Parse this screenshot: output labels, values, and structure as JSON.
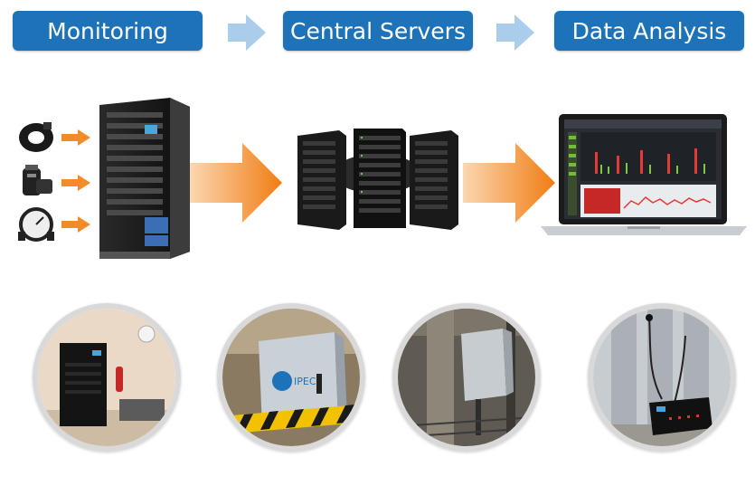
{
  "stages": {
    "monitoring": "Monitoring",
    "central_servers": "Central Servers",
    "data_analysis": "Data Analysis"
  },
  "colors": {
    "stage_fill": "#1e73b8",
    "step_arrow": "#a9cdea",
    "flow_arrow": "#f28c28"
  },
  "icons": {
    "sensors": [
      "ring-sensor-icon",
      "cylinder-sensor-icon",
      "gauge-sensor-icon"
    ],
    "photos": [
      "cabinet-room-photo",
      "ipec-enclosure-photo",
      "pole-enclosure-photo",
      "switchgear-unit-photo"
    ]
  },
  "photo_logo_text": "IPEC"
}
